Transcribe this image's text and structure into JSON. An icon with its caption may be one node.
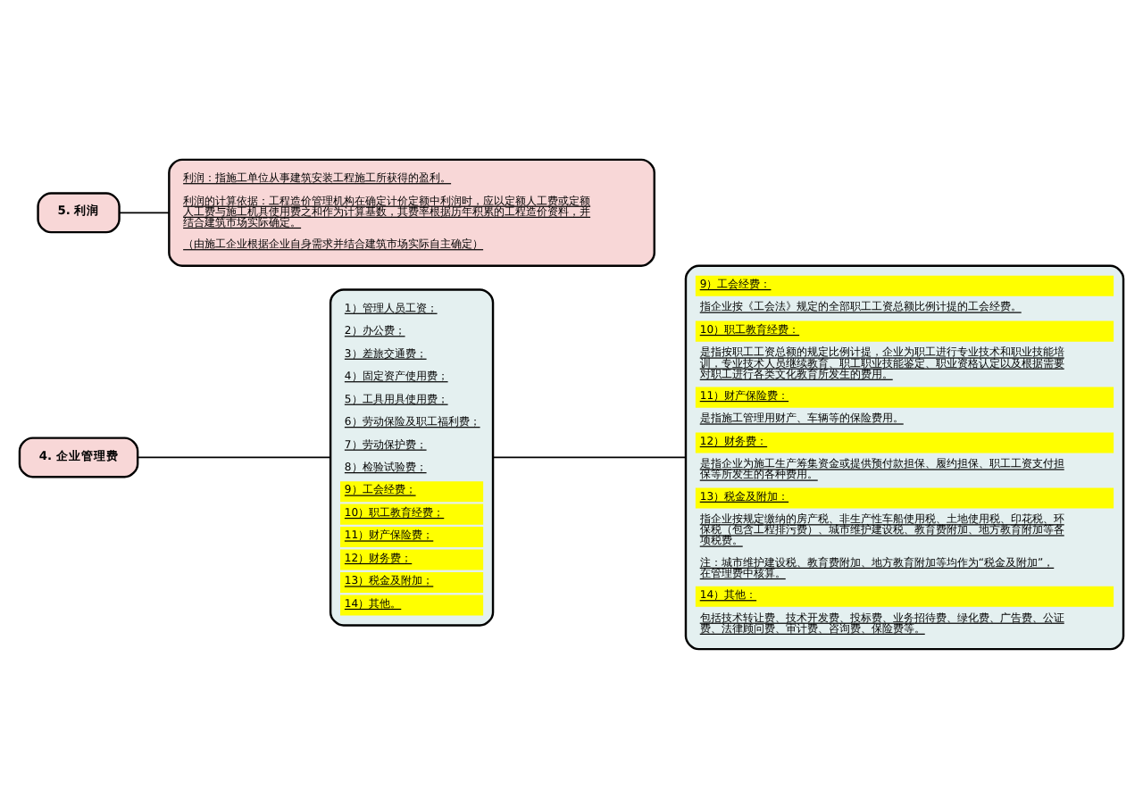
{
  "diagram": {
    "nodes": [
      {
        "text": [
          "4. 企业管理费"
        ]
      },
      {
        "text": [
          "1）管理人员工资；",
          "2）办公费；",
          "3）差旅交通费；",
          "4）固定资产使用费；",
          "5）工具用具使用费；",
          "6）劳动保险及职工福利费；",
          "7）劳动保护费；",
          "8）检验试验费；",
          "9）工会经费；",
          "10）职工教育经费；",
          "11）财产保险费；",
          "12）财务费；",
          "13）税金及附加；",
          "14）其他。"
        ]
      },
      {
        "text": [
          "9）工会经费：",
          "指企业按《工会法》规定的全部职工工资总额比例计提的工会经费。",
          "10）职工教育经费：",
          "是指按职工工资总额的规定比例计提，企业为职工进行专业技术和职业技能培训，专业技术人员继续教育、职工职业技能鉴定、职业资格认定以及根据需要对职工进行各类文化教育所发生的费用。",
          "11）财产保险费：",
          "是指施工管理用财产、车辆等的保险费用。",
          "12）财务费：",
          "是指企业为施工生产筹集资金或提供预付款担保、履约担保、职工工资支付担保等所发生的各种费用。",
          "13）税金及附加：",
          "指企业按规定缴纳的房产税、非生产性车船使用税、土地使用税、印花税、环保税（包含工程排污费）、城市维护建设税、教育费附加、地方教育附加等各项税费。",
          "注：城市维护建设税、教育费附加、地方教育附加等均作为“税金及附加”，在管理费中核算。",
          "14）其他：",
          "包括技术转让费、技术开发费、投标费、业务招待费、绿化费、广告费、公证费、法律顾问费、审计费、咨询费、保险费等。"
        ]
      },
      {
        "text": [
          "5. 利润"
        ]
      },
      {
        "text": [
          "利润：指施工单位从事建筑安装工程施工所获得的盈利。",
          "利润的计算依据：工程造价管理机构在确定计价定额中利润时，应以定额人工费或定额人工费与施工机具使用费之和作为计算基数，其费率根据历年积累的工程造价资料，并结合建筑市场实际确定。",
          "（由施工企业根据企业自身需求并结合建筑市场实际自主确定）"
        ]
      }
    ],
    "edges": [
      {
        "from": 0,
        "to": 1,
        "arrow": "none"
      },
      {
        "from": 1,
        "to": 2,
        "arrow": "none"
      },
      {
        "from": 3,
        "to": 4,
        "arrow": "none"
      }
    ]
  }
}
